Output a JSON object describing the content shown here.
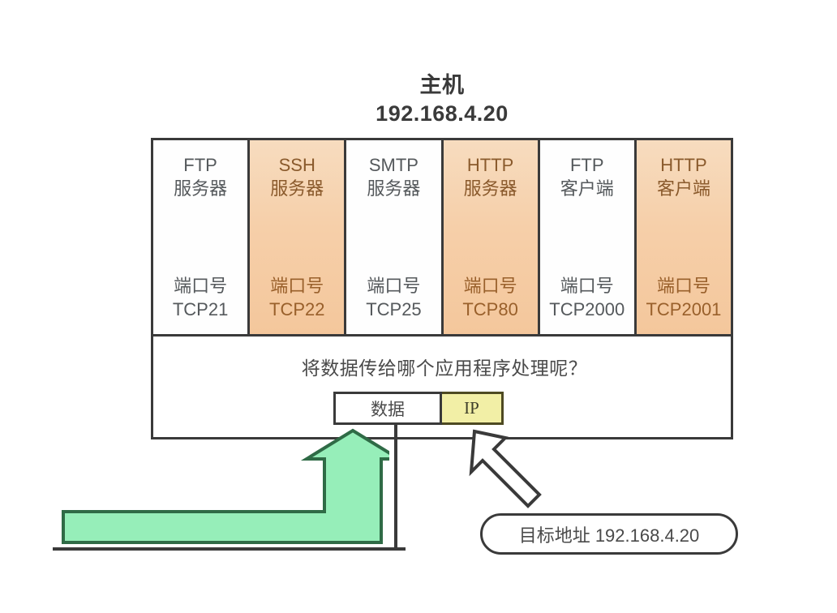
{
  "title": {
    "heading": "主机",
    "ip": "192.168.4.20"
  },
  "host": {
    "apps": [
      {
        "name_line1": "FTP",
        "name_line2": "服务器",
        "port_label": "端口号",
        "port_value": "TCP21",
        "highlighted": false
      },
      {
        "name_line1": "SSH",
        "name_line2": "服务器",
        "port_label": "端口号",
        "port_value": "TCP22",
        "highlighted": true
      },
      {
        "name_line1": "SMTP",
        "name_line2": "服务器",
        "port_label": "端口号",
        "port_value": "TCP25",
        "highlighted": false
      },
      {
        "name_line1": "HTTP",
        "name_line2": "服务器",
        "port_label": "端口号",
        "port_value": "TCP80",
        "highlighted": true
      },
      {
        "name_line1": "FTP",
        "name_line2": "客户端",
        "port_label": "端口号",
        "port_value": "TCP2000",
        "highlighted": false
      },
      {
        "name_line1": "HTTP",
        "name_line2": "客户端",
        "port_label": "端口号",
        "port_value": "TCP2001",
        "highlighted": true
      }
    ],
    "question": "将数据传给哪个应用程序处理呢？"
  },
  "packet": {
    "data_label": "数据",
    "ip_label": "IP"
  },
  "callout": {
    "text": "目标地址 192.168.4.20"
  },
  "icons": {
    "green_flow_arrow": "green-up-arrow-icon",
    "white_pointer_arrow": "white-diagonal-arrow-icon"
  },
  "colors": {
    "highlight_fill": "#f4c79c",
    "highlight_text": "#8a5a2c",
    "ip_fill": "#f2efa6",
    "green_fill": "#96eeb9",
    "green_stroke": "#2f6b46",
    "line": "#3a3a3a"
  }
}
